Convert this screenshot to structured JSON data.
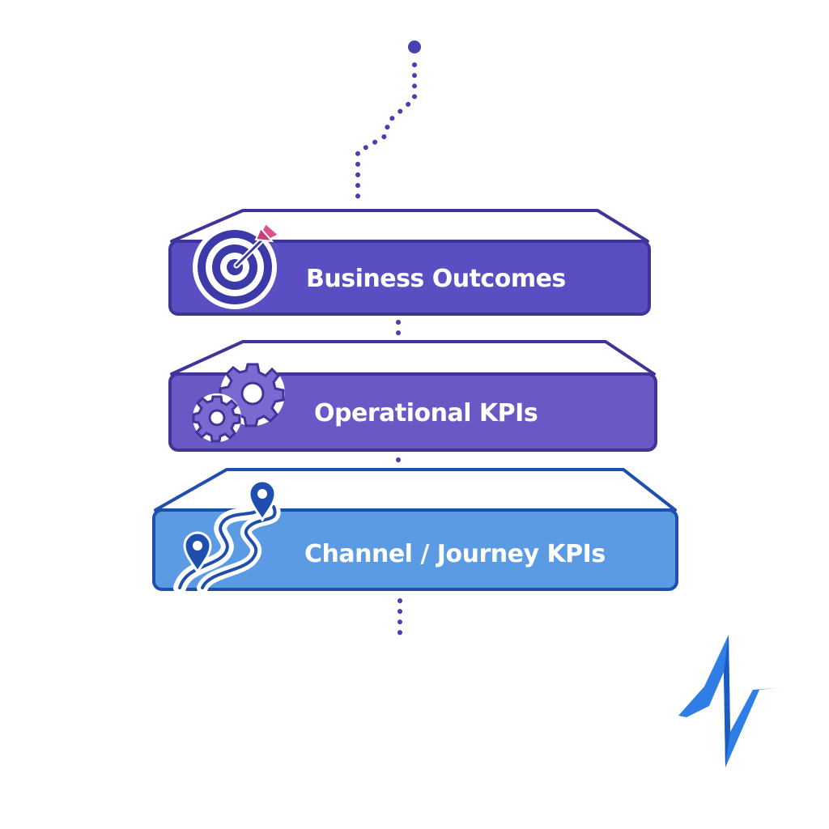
{
  "layers": [
    {
      "label": "Business Outcomes",
      "icon": "target-arrow-icon",
      "color": "#5a4fc2"
    },
    {
      "label": "Operational KPIs",
      "icon": "gears-icon",
      "color": "#6a58c4"
    },
    {
      "label": "Channel / Journey KPIs",
      "icon": "journey-path-icon",
      "color": "#5a9be3"
    }
  ],
  "colors": {
    "outline": "#3f3599",
    "outline_blue": "#1f4fae",
    "dots": "#4a3fb0",
    "logo": "#2f7ee6"
  },
  "logo_icon": "pulse-logo-icon"
}
